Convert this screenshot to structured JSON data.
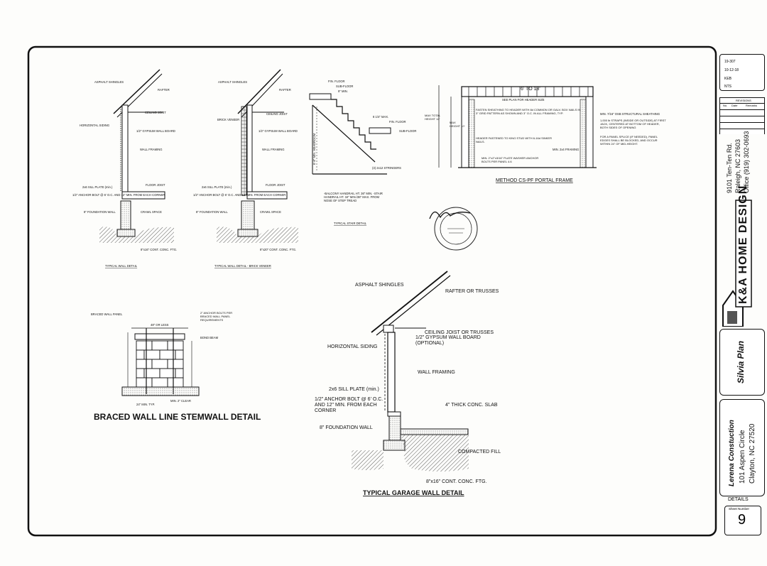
{
  "title_block": {
    "info_rows": [
      "19-307",
      "10-12-18",
      "KEB",
      "NTS"
    ],
    "revisions_header": "REVISIONS",
    "revisions_cols": [
      "No.",
      "Date",
      "Remarks"
    ],
    "designer_address": [
      "9101 Ten-Ten Rd.",
      "Raleigh, NC 27603",
      "Office (919) 302-0693"
    ],
    "designer_logo": "K&A HOME DESIGN",
    "plan_name": "Silvia Plan",
    "builder_name": "Lerena Constuction",
    "site_address": [
      "101 Aspen Circle",
      "Clayton, NC 27520"
    ],
    "sheet_label": "DETAILS",
    "sheet_number_label": "Sheet Number",
    "sheet_number": "9"
  },
  "details": {
    "wall1": {
      "labels": {
        "asphalt": "ASPHALT SHINGLES",
        "rafter": "RAFTER",
        "ceiling_joist": "CEILING JOIST",
        "horizontal_siding": "HORIZONTAL SIDING",
        "gypsum": "1/2\" GYPSUM WALL BOARD",
        "wall_framing": "WALL FRAMING",
        "floor_joist": "FLOOR JOIST",
        "sill": "2x6 SILL PLATE (min.)",
        "anchor": "1/2\" ANCHOR BOLT @ 6' O.C. AND 12\" MIN. FROM EACH CORNER",
        "crawl": "CRAWL SPACE",
        "foundation": "8\" FOUNDATION WALL",
        "footing": "8\"x16\" CONT. CONC. FTG."
      },
      "caption": "TYPICAL WALL DETAIL"
    },
    "wall2": {
      "labels": {
        "asphalt": "ASPHALT SHINGLES",
        "rafter": "RAFTER",
        "ceiling_joist": "CEILING JOIST",
        "brick": "BRICK VENEER",
        "gypsum": "1/2\" GYPSUM WALL BOARD",
        "wall_framing": "WALL FRAMING",
        "floor_joist": "FLOOR JOIST",
        "sill": "2x6 SILL PLATE (min.)",
        "anchor": "1/2\" ANCHOR BOLT @ 6' O.C. AND 12\" MIN. FROM EACH CORNER",
        "crawl": "CRAWL SPACE",
        "foundation": "8\" FOUNDATION WALL",
        "footing": "8\"x20\" CONT. CONC. FTG."
      },
      "caption": "TYPICAL WALL DETAIL - BRICK VENEER"
    },
    "stair": {
      "labels": {
        "fin_floor_top": "FIN. FLOOR",
        "sub_floor_top": "SUB-FLOOR",
        "riser": "8 1/4\" MAX.",
        "fin_floor": "FIN. FLOOR",
        "sub_floor": "SUB-FLOOR",
        "stringers": "(3) 2x12 STRINGERS",
        "headroom": "6'-8\" MIN. HEADROOM",
        "tread": "9\" MIN.",
        "note": "-BALCONY HANDRAIL HT. 36\" MIN. -STAIR HANDRAIL HT. 34\" MIN./38\" MAX. FROM NOSE OF STEP TREAD"
      },
      "caption": "TYPICAL STAIR DETAIL"
    },
    "portal": {
      "labels": {
        "span": "6' TO 18'",
        "header": "SEE PLAN FOR HEADER SIZE",
        "sheathing": "FASTEN SHEATHING TO HEADER WITH 8d COMMON OR GALV. BOX NAILS IN 3\" GRID PATTERN AS SHOWN AND 3\" O.C. IN ALL FRAMING, TYP.",
        "header_fasten": "HEADER FASTENED TO KING STUD WITH 6-16d SINKER NAILS.",
        "height": "MAX TOTAL HEIGHT 12'",
        "wall_height": "MAX HEIGHT 10'",
        "min_framing": "MIN. 2x4 FRAMING",
        "sheathing_min": "MIN. 7/16\" OSB STRUCTURAL SHEATHING",
        "straps": "1,000 lb STRAPS (INSIDE OR OUTSIDE) AT FIRST JACK, CENTERED AT BOTTOM OF HEADER, BOTH SIDES OF OPENING",
        "panel_splice": "FOR A PANEL SPLICE (IF NEEDED), PANEL EDGES SHALL BE BLOCKED, AND OCCUR WITHIN 24\" OF MID-HEIGHT.",
        "plate_washer": "MIN. 2\"x2\"x3/16\" PLATE WASHER ANCHOR BOLTS PER PANEL 4.6"
      },
      "caption": "METHOD CS-PF PORTAL FRAME"
    },
    "braced": {
      "labels": {
        "panel": "BRACED WALL PANEL",
        "bolts": "2\" ANCHOR BOLTS PER BRACED WALL PANEL REQUIREMENTS",
        "bond_beam": "BOND BEAM",
        "width": "48\" OR LESS",
        "min": "24\" MIN. TYP.",
        "footing": "MIN. 2\" CLEAR"
      },
      "caption": "BRACED WALL LINE STEMWALL DETAIL"
    },
    "garage": {
      "labels": {
        "asphalt": "ASPHALT SHINGLES",
        "rafter": "RAFTER OR TRUSSES",
        "ceiling": "CEILING JOIST OR TRUSSES",
        "siding": "HORIZONTAL SIDING",
        "gypsum": "1/2\" GYPSUM WALL BOARD (OPTIONAL)",
        "wall_framing": "WALL FRAMING",
        "sill": "2x6 SILL PLATE (min.)",
        "anchor": "1/2\" ANCHOR BOLT @ 6' O.C. AND 12\" MIN. FROM EACH CORNER",
        "slab": "4\" THICK CONC. SLAB",
        "foundation": "8\" FOUNDATION WALL",
        "fill": "COMPACTED FILL",
        "footing": "8\"x16\" CONT. CONC. FTG."
      },
      "caption": "TYPICAL GARAGE WALL DETAIL"
    }
  }
}
